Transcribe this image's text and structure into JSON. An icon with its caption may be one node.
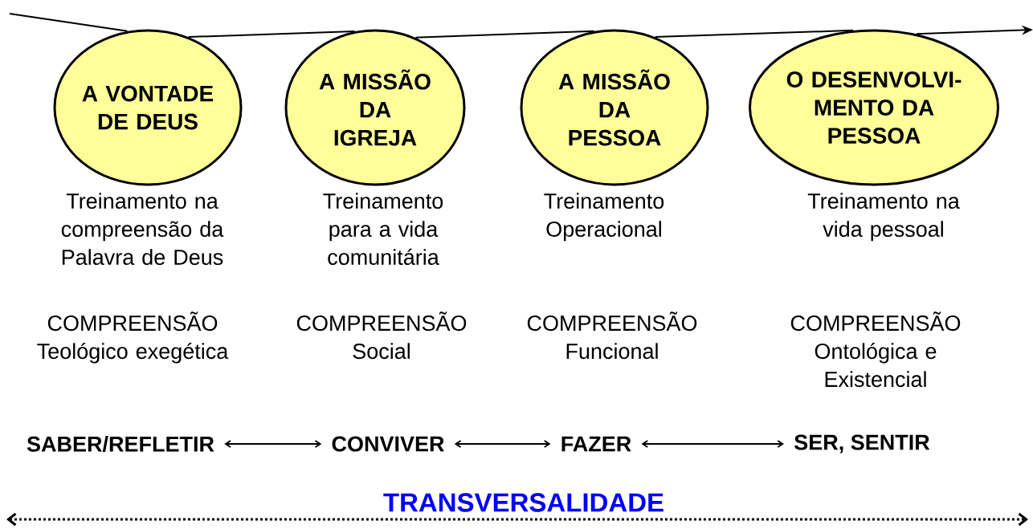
{
  "diagram": {
    "nodes": [
      {
        "text": [
          "A VONTADE DE DEUS"
        ],
        "beside": [
          "Treinamento na compreensão da Palavra de Deus",
          "COMPREENSÃO Teológico exegética"
        ]
      },
      {
        "text": [
          "A MISSÃO DA IGREJA"
        ],
        "beside": [
          "Treinamento para a vida comunitária",
          "COMPREENSÃO Social"
        ]
      },
      {
        "text": [
          "A MISSÃO DA PESSOA"
        ],
        "beside": [
          "Treinamento Operacional",
          "COMPREENSÃO Funcional"
        ]
      },
      {
        "text": [
          "O DESENVOLVI-MENTO DA PESSOA"
        ],
        "beside": [
          "Treinamento na vida pessoal",
          "COMPREENSÃO Ontológica e Existencial"
        ]
      },
      {
        "text": [
          "SABER/REFLETIR"
        ]
      },
      {
        "text": [
          "CONVIVER"
        ]
      },
      {
        "text": [
          "FAZER"
        ]
      },
      {
        "text": [
          "SER, SENTIR"
        ]
      }
    ],
    "edges": [
      {
        "from": null,
        "to": 0,
        "arrow": "none"
      },
      {
        "from": 0,
        "to": 1,
        "arrow": "none"
      },
      {
        "from": 1,
        "to": 2,
        "arrow": "none"
      },
      {
        "from": 2,
        "to": 3,
        "arrow": "none"
      },
      {
        "from": 3,
        "to": null,
        "arrow": "to"
      },
      {
        "from": 4,
        "to": 5,
        "arrow": "both"
      },
      {
        "from": 5,
        "to": 6,
        "arrow": "both"
      },
      {
        "from": 6,
        "to": 7,
        "arrow": "both"
      }
    ],
    "labels": [
      "TRANSVERSALIDADE"
    ]
  }
}
